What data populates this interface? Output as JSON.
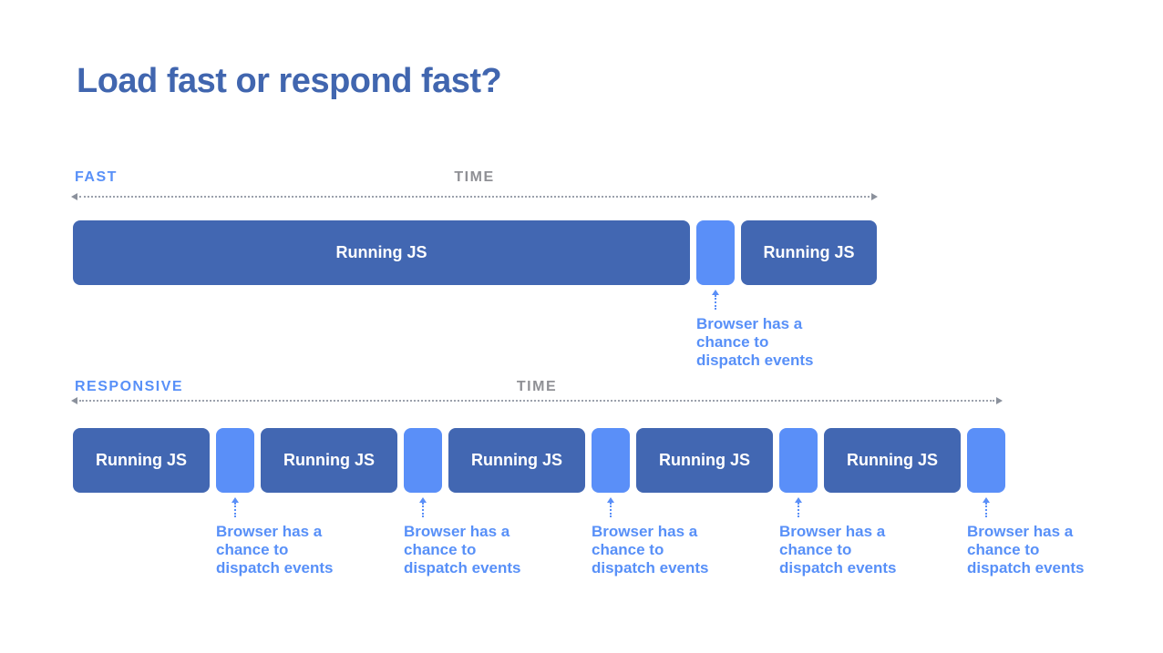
{
  "title": "Load fast or respond fast?",
  "colors": {
    "title_blue": "#4166af",
    "accent_blue": "#5890f8",
    "bar_dark_blue": "#4267b2",
    "bar_light_blue": "#5a8ff8",
    "time_gray": "#8f9095",
    "timeline_gray": "#9ba1ac",
    "background": "#ffffff"
  },
  "fast": {
    "label": "FAST",
    "time_label": "TIME",
    "bars": [
      {
        "type": "dark",
        "label": "Running JS"
      },
      {
        "type": "light",
        "label": ""
      },
      {
        "type": "dark",
        "label": "Running JS"
      }
    ],
    "annotation": "Browser has a chance to dispatch events"
  },
  "responsive": {
    "label": "RESPONSIVE",
    "time_label": "TIME",
    "bars": [
      {
        "type": "dark",
        "label": "Running JS"
      },
      {
        "type": "light",
        "label": ""
      },
      {
        "type": "dark",
        "label": "Running JS"
      },
      {
        "type": "light",
        "label": ""
      },
      {
        "type": "dark",
        "label": "Running JS"
      },
      {
        "type": "light",
        "label": ""
      },
      {
        "type": "dark",
        "label": "Running JS"
      },
      {
        "type": "light",
        "label": ""
      },
      {
        "type": "dark",
        "label": "Running JS"
      },
      {
        "type": "light",
        "label": ""
      }
    ],
    "annotations": [
      "Browser has a chance to dispatch events",
      "Browser has a chance to dispatch events",
      "Browser has a chance to dispatch events",
      "Browser has a chance to dispatch events",
      "Browser has a chance to dispatch events"
    ]
  }
}
